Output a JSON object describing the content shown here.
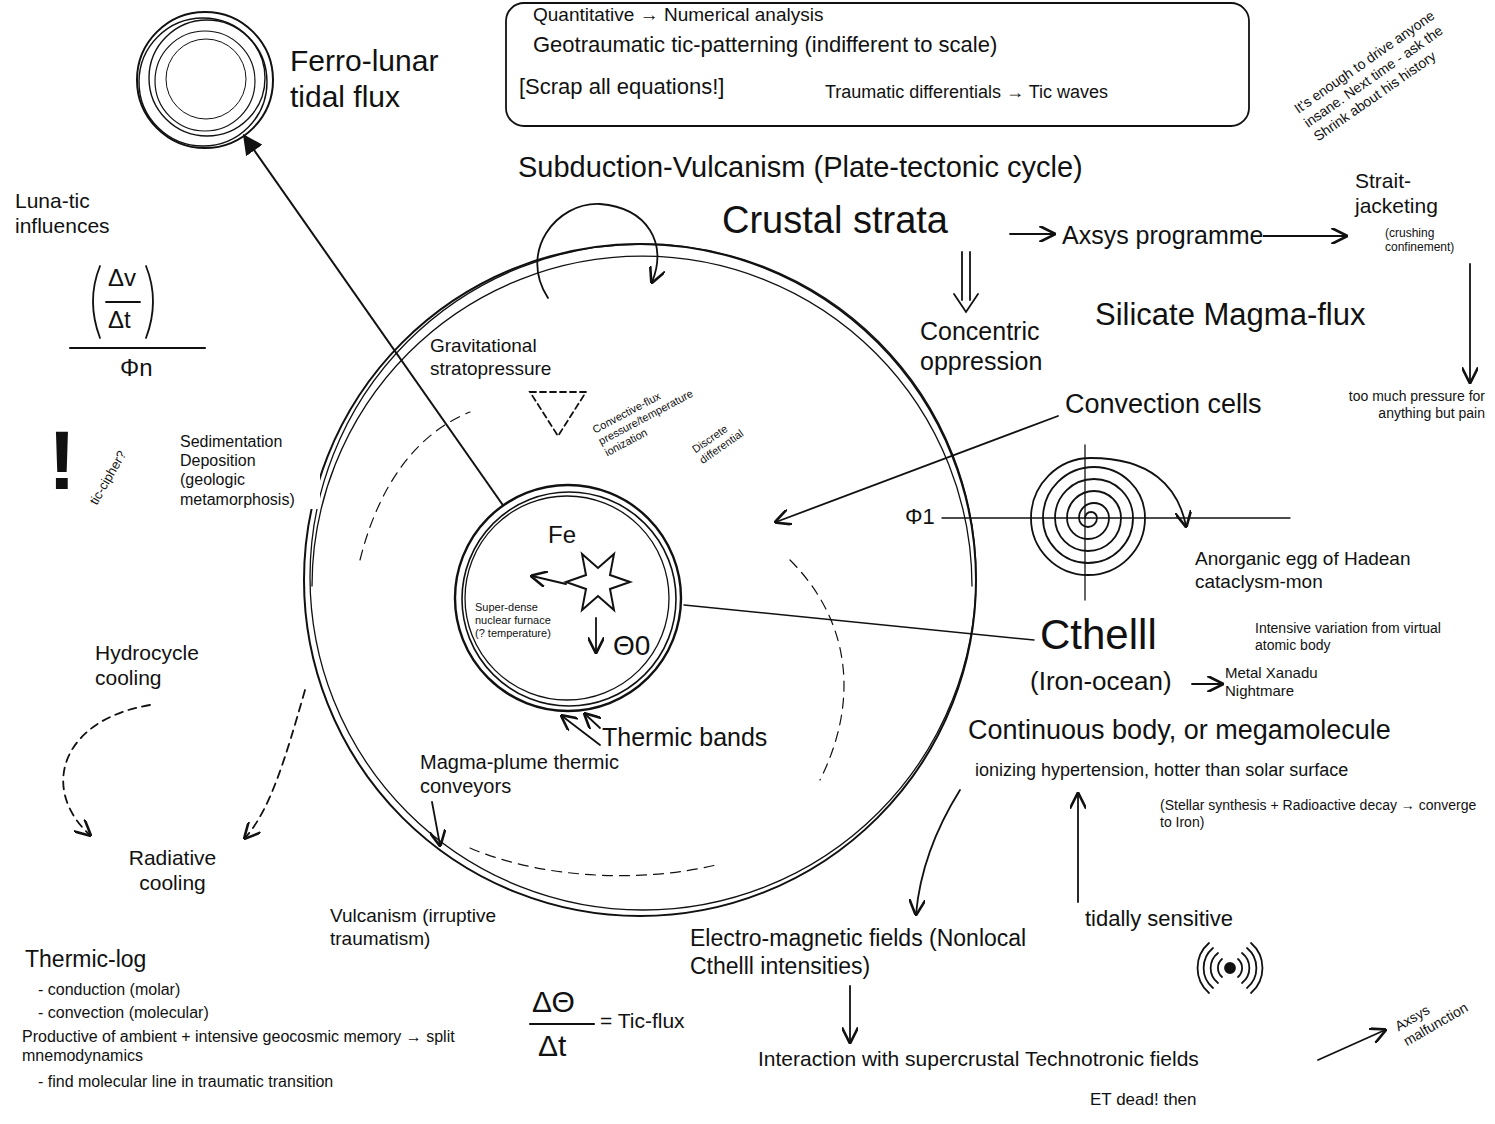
{
  "diagram": {
    "nodes": [
      {
        "text": [
          "Ferro-lunar tidal flux"
        ]
      },
      {
        "text": [
          "Quantitative → Numerical analysis",
          "Geotraumatic tic-patterning (indifferent to scale)",
          "[Scrap all equations!]",
          "Traumatic differentials → Tic waves"
        ]
      },
      {
        "text": [
          "Gravitational stratopressure"
        ]
      },
      {
        "text": [
          "Fe",
          "Θ0",
          "Super-dense nuclear furnace (? temperature)"
        ],
        "in": 2
      }
    ],
    "edges": [
      {
        "from": 3,
        "to": 0,
        "arrow": "to"
      }
    ],
    "labels": [
      "Luna-tic influences",
      "Δv",
      "Δt",
      "Φn",
      "!",
      "tic-cipher?",
      "Sedimentation Deposition (geologic metamorphosis)",
      "Hydrocycle cooling",
      "Radiative cooling",
      "Magma-plume thermic conveyors",
      "Thermic bands",
      "Convective-flux pressure/temperature ionization",
      "Discrete differential",
      "Vulcanism (irruptive traumatism)",
      "Thermic-log",
      "- conduction (molar)",
      "- convection (molecular)",
      "Productive of ambient + intensive geocosmic memory → split mnemodynamics",
      "- find molecular line in traumatic transition",
      "ΔΘ",
      "Δt",
      "= Tic-flux",
      "Subduction-Vulcanism (Plate-tectonic cycle)",
      "Crustal strata",
      "Axsys programme",
      "Strait-jacketing",
      "(crushing confinement)",
      "Concentric oppression",
      "Silicate Magma-flux",
      "too much pressure for anything but pain",
      "Convection cells",
      "Φ1",
      "Anorganic egg of Hadean cataclysm-mon",
      "Intensive variation from virtual atomic body",
      "Cthelll",
      "(Iron-ocean)",
      "Metal Xanadu Nightmare",
      "Continuous body, or megamolecule",
      "ionizing hypertension, hotter than solar surface",
      "(Stellar synthesis + Radioactive decay → converge to Iron)",
      "Electro-magnetic fields (Nonlocal Cthelll intensities)",
      "tidally sensitive",
      "Interaction with supercrustal Technotronic fields",
      "Axsys malfunction",
      "ET dead! then",
      "It's enough to drive anyone insane. Next time - ask the Shrink about his history"
    ]
  }
}
